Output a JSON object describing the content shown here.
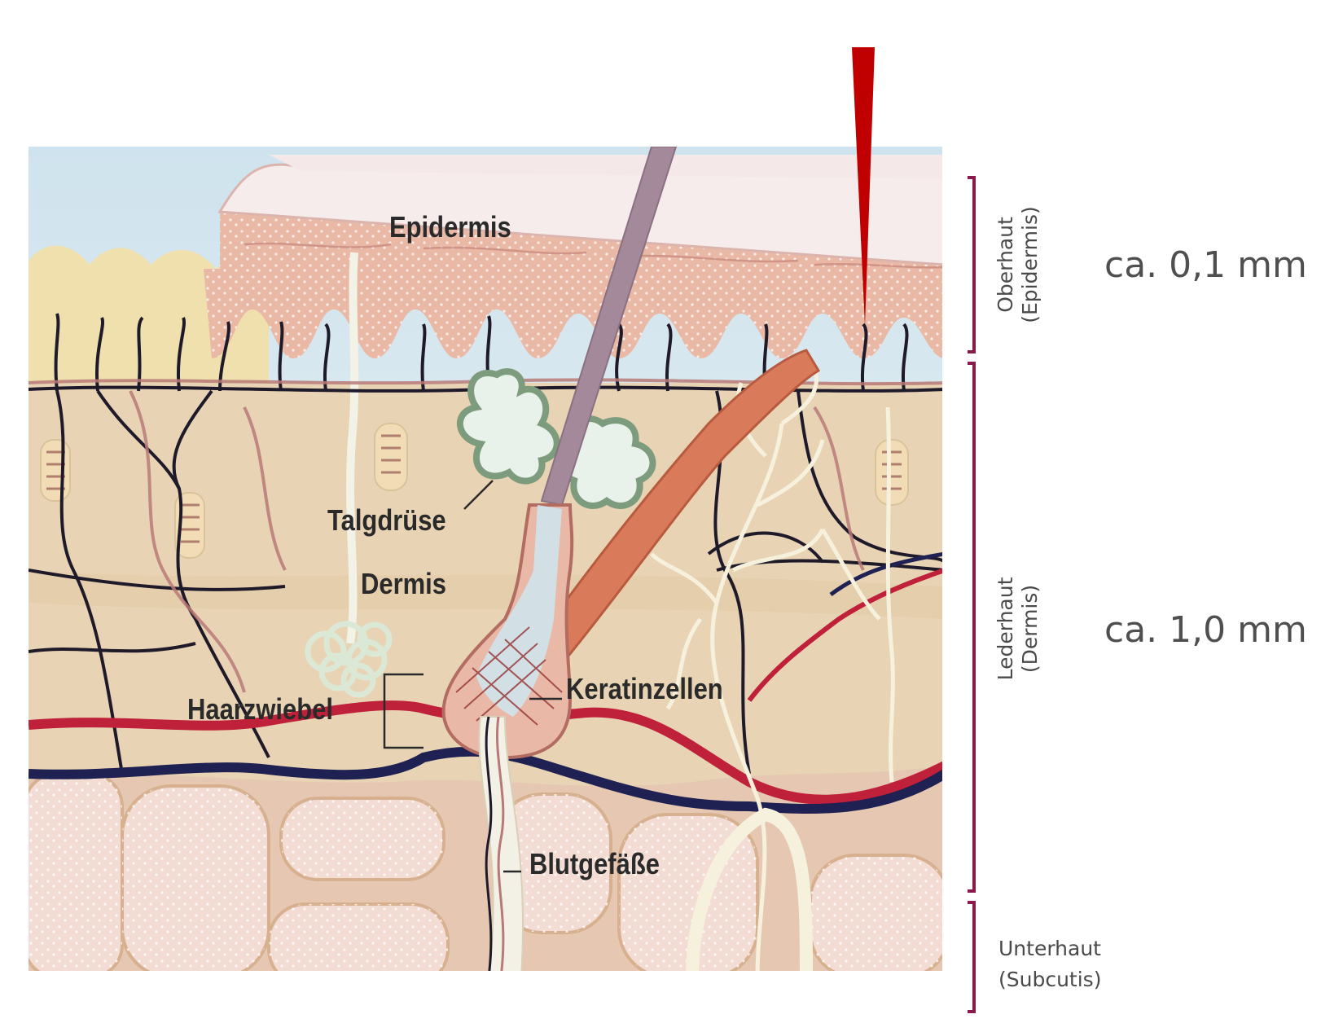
{
  "diagram": {
    "labels": {
      "epidermis": "Epidermis",
      "talgdruese": "Talgdrüse",
      "dermis": "Dermis",
      "haarzwiebel": "Haarzwiebel",
      "keratinzellen": "Keratinzellen",
      "blutgefaesse": "Blutgefäße"
    },
    "colors": {
      "epidermis": "#e9b8a6",
      "dermis": "#e8d4b4",
      "subcutis": "#f2d9cc",
      "artery": "#c0213a",
      "vein": "#1f2152",
      "nerve": "#f6f1dc",
      "hair": "#a3899a",
      "pointer": "#c00000",
      "bracket": "#8b1a4a"
    }
  },
  "layers": [
    {
      "line1": "Oberhaut",
      "line2": "(Epidermis)",
      "thickness": "ca. 0,1 mm"
    },
    {
      "line1": "Lederhaut",
      "line2": "(Dermis)",
      "thickness": "ca. 1,0 mm"
    },
    {
      "line1": "Unterhaut",
      "line2": "(Subcutis)"
    }
  ]
}
